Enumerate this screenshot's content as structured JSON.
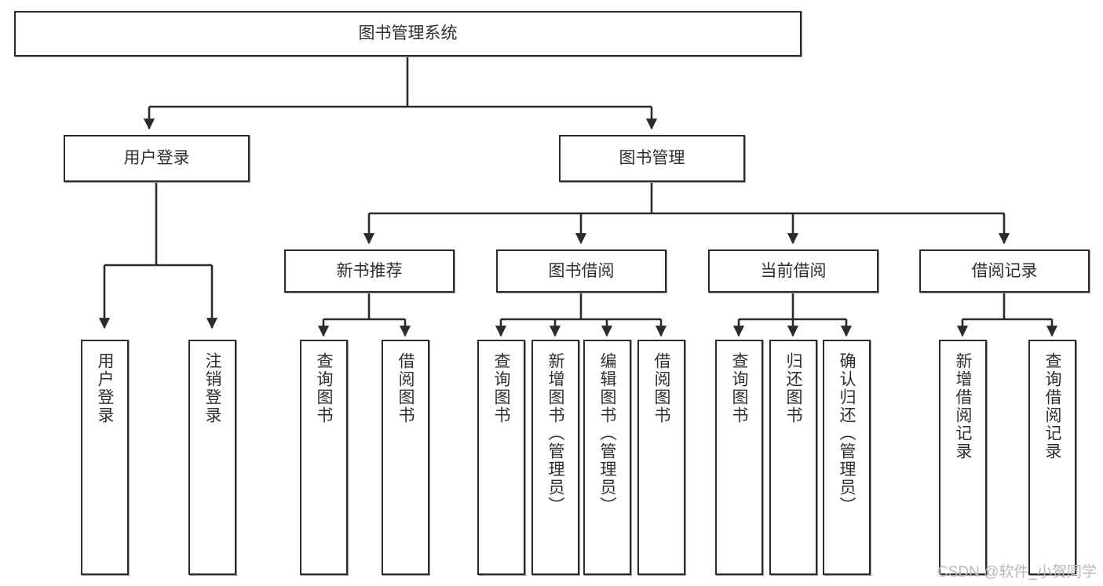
{
  "diagram": {
    "title": "图书管理系统",
    "type": "hierarchy-tree",
    "watermark": "CSDN @软件_小贺同学",
    "colors": {
      "box_border": "#2b2b2b",
      "box_fill": "#ffffff",
      "connector": "#2b2b2b",
      "text": "#2f2f2f",
      "watermark": "#b9b9b9"
    },
    "nodes": {
      "root": {
        "label": "图书管理系统"
      },
      "level2": [
        {
          "id": "user-login",
          "label": "用户登录"
        },
        {
          "id": "book-manage",
          "label": "图书管理"
        }
      ],
      "level3": [
        {
          "id": "new-book-recommend",
          "label": "新书推荐"
        },
        {
          "id": "book-borrow",
          "label": "图书借阅"
        },
        {
          "id": "current-borrow",
          "label": "当前借阅"
        },
        {
          "id": "borrow-record",
          "label": "借阅记录"
        }
      ],
      "leaves": {
        "user-login": [
          {
            "id": "leaf-user-login",
            "label": "用户登录"
          },
          {
            "id": "leaf-logout-login",
            "label": "注销登录"
          }
        ],
        "new-book-recommend": [
          {
            "id": "leaf-query-book-1",
            "label": "查询图书"
          },
          {
            "id": "leaf-borrow-book-1",
            "label": "借阅图书"
          }
        ],
        "book-borrow": [
          {
            "id": "leaf-query-book-2",
            "label": "查询图书"
          },
          {
            "id": "leaf-add-book",
            "label": "新增图书（管理员）"
          },
          {
            "id": "leaf-edit-book",
            "label": "编辑图书（管理员）"
          },
          {
            "id": "leaf-borrow-book-2",
            "label": "借阅图书"
          }
        ],
        "current-borrow": [
          {
            "id": "leaf-query-book-3",
            "label": "查询图书"
          },
          {
            "id": "leaf-return-book",
            "label": "归还图书"
          },
          {
            "id": "leaf-confirm-return",
            "label": "确认归还（管理员）"
          }
        ],
        "borrow-record": [
          {
            "id": "leaf-add-record",
            "label": "新增借阅记录"
          },
          {
            "id": "leaf-query-record",
            "label": "查询借阅记录"
          }
        ]
      }
    }
  }
}
